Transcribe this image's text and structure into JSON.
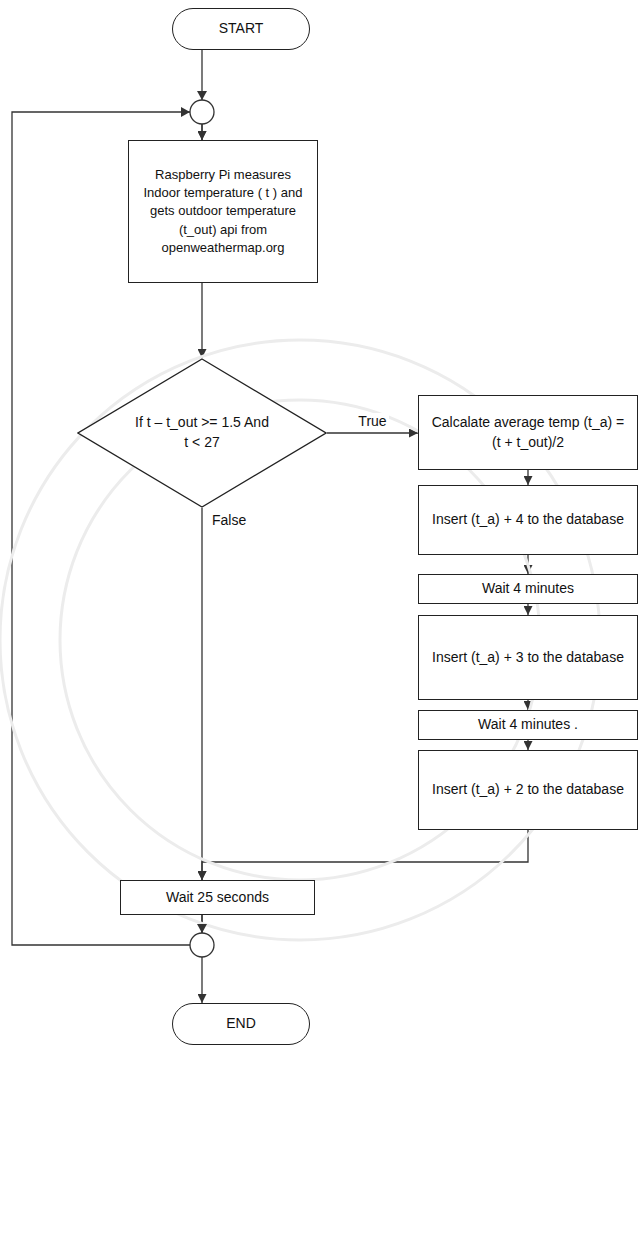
{
  "diagram": {
    "nodes": [
      {
        "text": [
          "START"
        ]
      },
      {
        "text": [
          "Raspberry Pi measures Indoor temperature ( t ) and gets outdoor temperature (t_out) api from openweathermap.org"
        ]
      },
      {
        "text": [
          "If t – t_out >= 1.5 And t < 27"
        ]
      },
      {
        "text": [
          "Calcalate average temp (t_a) = (t + t_out)/2"
        ]
      },
      {
        "text": [
          "Insert (t_a) + 4 to the database"
        ]
      },
      {
        "text": [
          "Wait 4 minutes"
        ]
      },
      {
        "text": [
          "Insert (t_a) + 3 to the database"
        ]
      },
      {
        "text": [
          "Wait 4 minutes ."
        ]
      },
      {
        "text": [
          "Insert (t_a) + 2 to the database"
        ]
      },
      {
        "text": [
          "Wait 25 seconds"
        ]
      },
      {
        "text": [
          "END"
        ]
      }
    ],
    "edges": [
      {
        "from": 0,
        "to": 1,
        "arrow": "to"
      },
      {
        "from": 1,
        "to": 2,
        "arrow": "to"
      },
      {
        "from": 2,
        "to": 3,
        "label": "True",
        "arrow": "to"
      },
      {
        "from": 3,
        "to": 4,
        "arrow": "to"
      },
      {
        "from": 4,
        "to": 5,
        "arrow": "to"
      },
      {
        "from": 5,
        "to": 6,
        "arrow": "to"
      },
      {
        "from": 6,
        "to": 7,
        "arrow": "to"
      },
      {
        "from": 7,
        "to": 8,
        "arrow": "to"
      },
      {
        "from": 2,
        "to": 9,
        "label": "False",
        "arrow": "to"
      },
      {
        "from": 8,
        "to": 9,
        "arrow": "to"
      },
      {
        "from": 9,
        "to": 10,
        "arrow": "to"
      },
      {
        "from": 9,
        "to": 1,
        "arrow": "to"
      }
    ]
  }
}
